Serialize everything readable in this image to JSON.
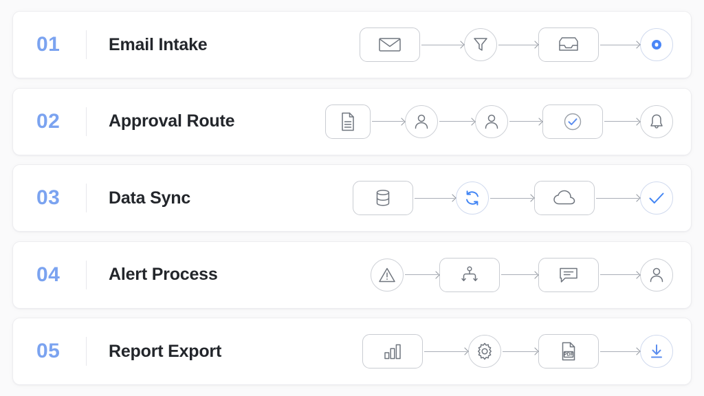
{
  "page": {
    "background_color": "#fafafb",
    "card_background": "#ffffff",
    "accent_color": "#7ba3f0",
    "accent_strong": "#4285f4",
    "title_color": "#23262b",
    "line_color": "#a9aeb6"
  },
  "rows": [
    {
      "number": "01",
      "title": "Email Intake",
      "steps": [
        {
          "icon": "envelope-icon",
          "shape": "box"
        },
        {
          "icon": "filter-funnel-icon",
          "shape": "circle"
        },
        {
          "icon": "inbox-tray-icon",
          "shape": "box"
        },
        {
          "icon": "blue-dot-icon",
          "shape": "circle",
          "accent": true
        }
      ]
    },
    {
      "number": "02",
      "title": "Approval Route",
      "steps": [
        {
          "icon": "document-icon",
          "shape": "box-narrow"
        },
        {
          "icon": "person-icon",
          "shape": "circle"
        },
        {
          "icon": "person-icon",
          "shape": "circle"
        },
        {
          "icon": "check-circle-icon",
          "shape": "box",
          "accent": true
        },
        {
          "icon": "bell-icon",
          "shape": "circle"
        }
      ]
    },
    {
      "number": "03",
      "title": "Data Sync",
      "steps": [
        {
          "icon": "database-icon",
          "shape": "box"
        },
        {
          "icon": "sync-refresh-icon",
          "shape": "circle",
          "accent": true
        },
        {
          "icon": "cloud-icon",
          "shape": "box"
        },
        {
          "icon": "checkmark-icon",
          "shape": "circle",
          "accent": true
        }
      ]
    },
    {
      "number": "04",
      "title": "Alert Process",
      "steps": [
        {
          "icon": "warning-triangle-icon",
          "shape": "circle"
        },
        {
          "icon": "branch-split-icon",
          "shape": "box"
        },
        {
          "icon": "chat-bubble-icon",
          "shape": "box"
        },
        {
          "icon": "person-icon",
          "shape": "circle"
        }
      ]
    },
    {
      "number": "05",
      "title": "Report Export",
      "steps": [
        {
          "icon": "bar-chart-icon",
          "shape": "box"
        },
        {
          "icon": "gear-icon",
          "shape": "circle"
        },
        {
          "icon": "pdf-file-icon",
          "shape": "box"
        },
        {
          "icon": "download-icon",
          "shape": "circle",
          "accent": true
        }
      ]
    }
  ]
}
